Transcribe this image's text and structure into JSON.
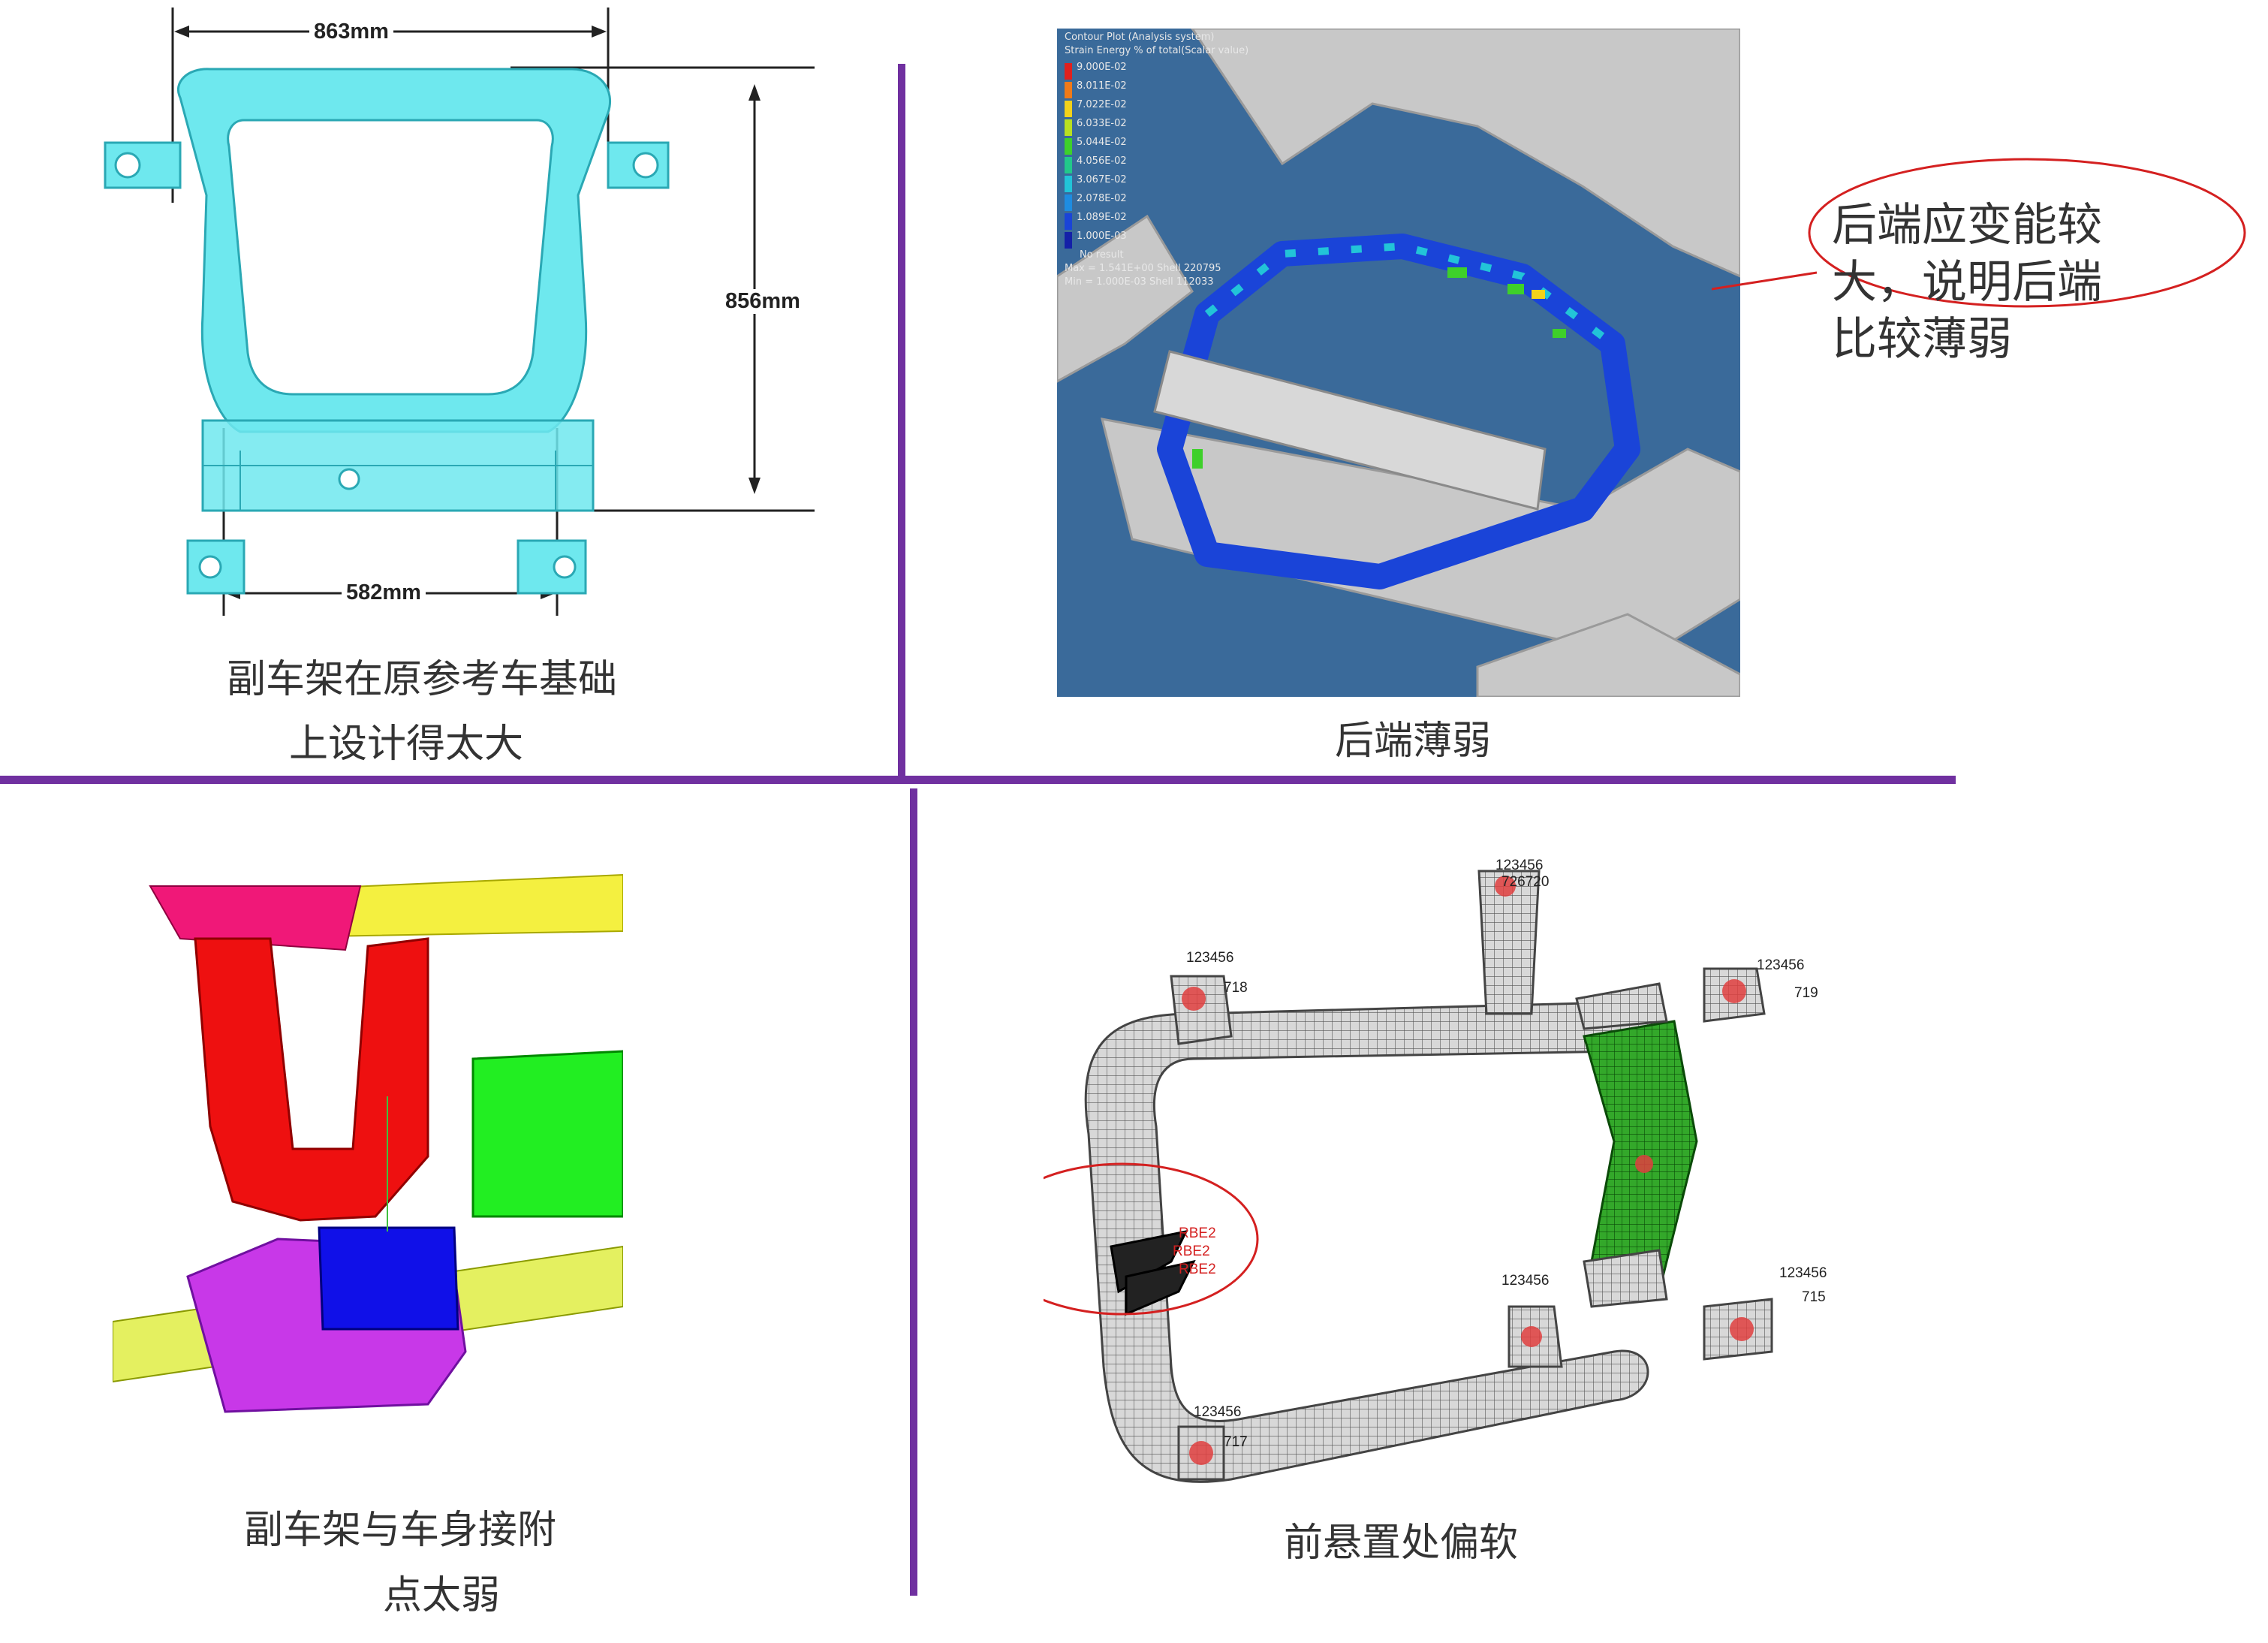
{
  "q1": {
    "dim_top": "863mm",
    "dim_right": "856mm",
    "dim_bottom": "582mm",
    "caption_line1": "副车架在原参考车基础",
    "caption_line2": "上设计得太大"
  },
  "q2": {
    "plot_title": "Contour Plot (Analysis system)",
    "plot_subtitle": "Strain Energy % of total(Scalar value)",
    "legend": [
      {
        "value": "9.000E-02",
        "color": "#e0201e"
      },
      {
        "value": "8.011E-02",
        "color": "#f07a18"
      },
      {
        "value": "7.022E-02",
        "color": "#f2d21a"
      },
      {
        "value": "6.033E-02",
        "color": "#b8e020"
      },
      {
        "value": "5.044E-02",
        "color": "#3ed02a"
      },
      {
        "value": "4.056E-02",
        "color": "#22c88a"
      },
      {
        "value": "3.067E-02",
        "color": "#22c4d8"
      },
      {
        "value": "2.078E-02",
        "color": "#1e8ce0"
      },
      {
        "value": "1.089E-02",
        "color": "#1a44d8"
      },
      {
        "value": "1.000E-03",
        "color": "#1420a8"
      }
    ],
    "no_result": "No result",
    "max_text": "Max = 1.541E+00 Shell 220795",
    "min_text": "Min = 1.000E-03 Shell 112033",
    "callout_line1": "后端应变能较",
    "callout_line2": "大，说明后端",
    "callout_line3": "比较薄弱",
    "caption": "后端薄弱"
  },
  "q3": {
    "caption_line1": "副车架与车身接附",
    "caption_line2": "点太弱"
  },
  "q4": {
    "node_label_a": "123456",
    "node_id_a": "726720",
    "node_label_b": "123456",
    "node_id_b": "718",
    "node_label_c": "123456",
    "node_id_c": "719",
    "node_label_d": "123456",
    "node_id_d": "715",
    "node_label_e": "123456",
    "node_label_f": "123456",
    "node_id_f": "717",
    "rbe_label": "RBE2",
    "caption": "前悬置处偏软"
  },
  "colors": {
    "divider": "#7030a0",
    "cyan_frame": "#6ee8ee",
    "contour_bg": "#3a6a9a",
    "callout_red": "#d42020"
  }
}
